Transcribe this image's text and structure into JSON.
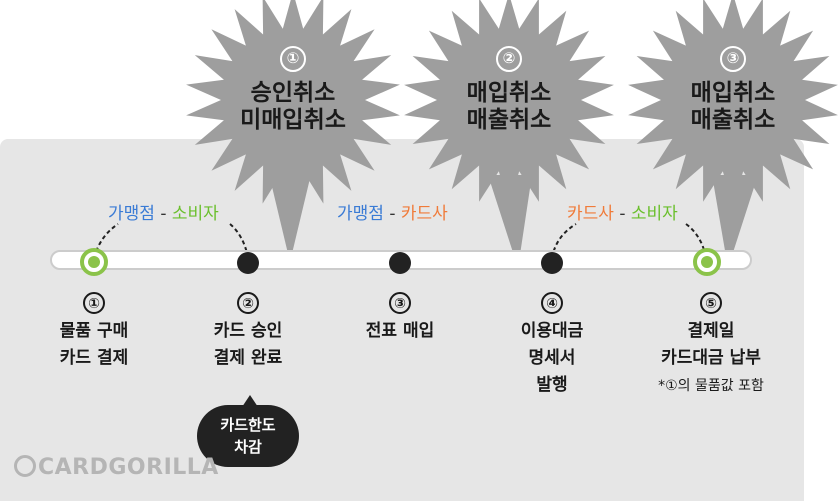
{
  "bursts": [
    {
      "num": "①",
      "line1": "승인취소",
      "line2": "미매입취소"
    },
    {
      "num": "②",
      "line1": "매입취소",
      "line2": "매출취소"
    },
    {
      "num": "③",
      "line1": "매입취소",
      "line2": "매출취소"
    }
  ],
  "pairs": [
    {
      "left": "가맹점",
      "sep": "-",
      "right": "소비자"
    },
    {
      "left": "가맹점",
      "sep": "-",
      "right": "카드사"
    },
    {
      "left": "카드사",
      "sep": "-",
      "right": "소비자"
    }
  ],
  "steps": [
    {
      "num": "①",
      "line1": "물품 구매",
      "line2": "카드 결제"
    },
    {
      "num": "②",
      "line1": "카드 승인",
      "line2": "결제 완료"
    },
    {
      "num": "③",
      "line1": "전표 매입"
    },
    {
      "num": "④",
      "line1": "이용대금",
      "line2": "명세서",
      "line3": "발행"
    },
    {
      "num": "⑤",
      "line1": "결제일",
      "line2": "카드대금 납부",
      "note": "*①의 물품값 포함"
    }
  ],
  "bubble": {
    "line1": "카드한도",
    "line2": "차감"
  },
  "logo": {
    "text": "CARDGORILLA"
  },
  "colors": {
    "panel": "#e6e6e6",
    "burst": "#9e9e9e",
    "green": "#8bc34a",
    "blue": "#3a7bd5",
    "orange": "#f07b3a"
  }
}
